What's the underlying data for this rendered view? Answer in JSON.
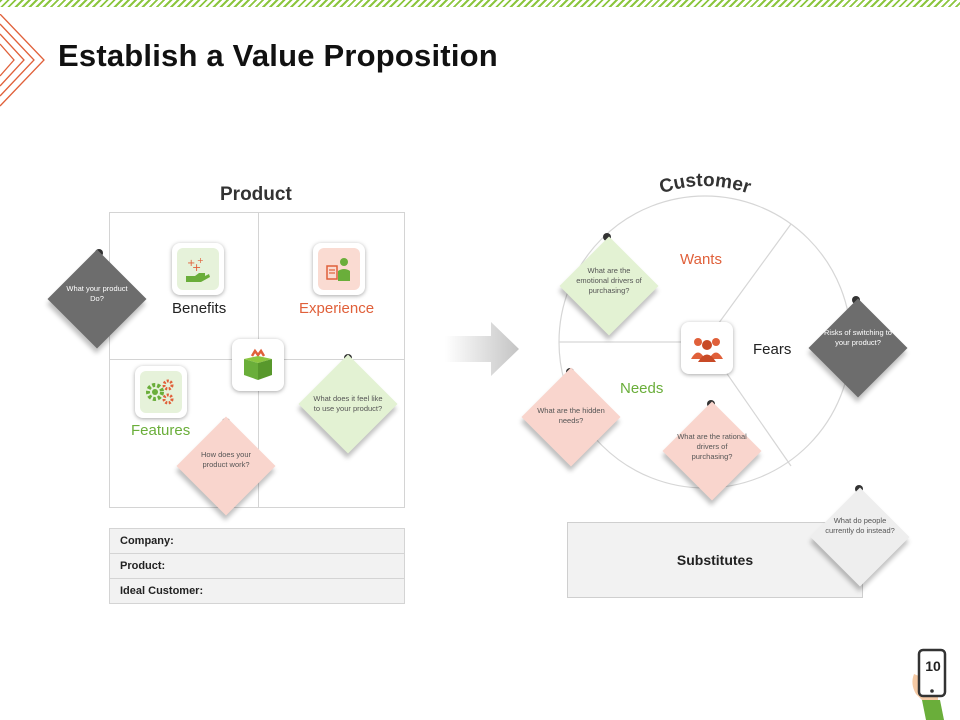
{
  "title": "Establish a Value Proposition",
  "product": {
    "heading": "Product",
    "benefits": "Benefits",
    "experience": "Experience",
    "features": "Features",
    "notes": {
      "what_do": "What your product Do?",
      "how_work": "How does your product work?",
      "feel_like": "What does it feel like to use your product?"
    }
  },
  "info_table": {
    "rows": [
      "Company:",
      "Product:",
      "Ideal Customer:"
    ]
  },
  "customer": {
    "heading": "Customer",
    "wants": "Wants",
    "needs": "Needs",
    "fears": "Fears",
    "notes": {
      "emotional": "What are the emotional drivers of purchasing?",
      "hidden": "What are the hidden needs?",
      "rational": "What are the rational drivers of purchasing?",
      "risks": "Risks of switching to your product?",
      "instead": "What do people currently do instead?"
    }
  },
  "substitutes": "Substitutes",
  "page_number": "10",
  "colors": {
    "green": "#8cc63f",
    "orange": "#e0603a",
    "note_gray": "#6d6d6d",
    "note_green": "#e3f2d3",
    "note_pink": "#f9d5cd",
    "note_light": "#eeeeee"
  },
  "icons": [
    "sparkle-hand-icon",
    "person-document-icon",
    "gift-box-icon",
    "gears-icon",
    "people-group-icon",
    "arrow-right-icon",
    "phone-hand-icon"
  ]
}
